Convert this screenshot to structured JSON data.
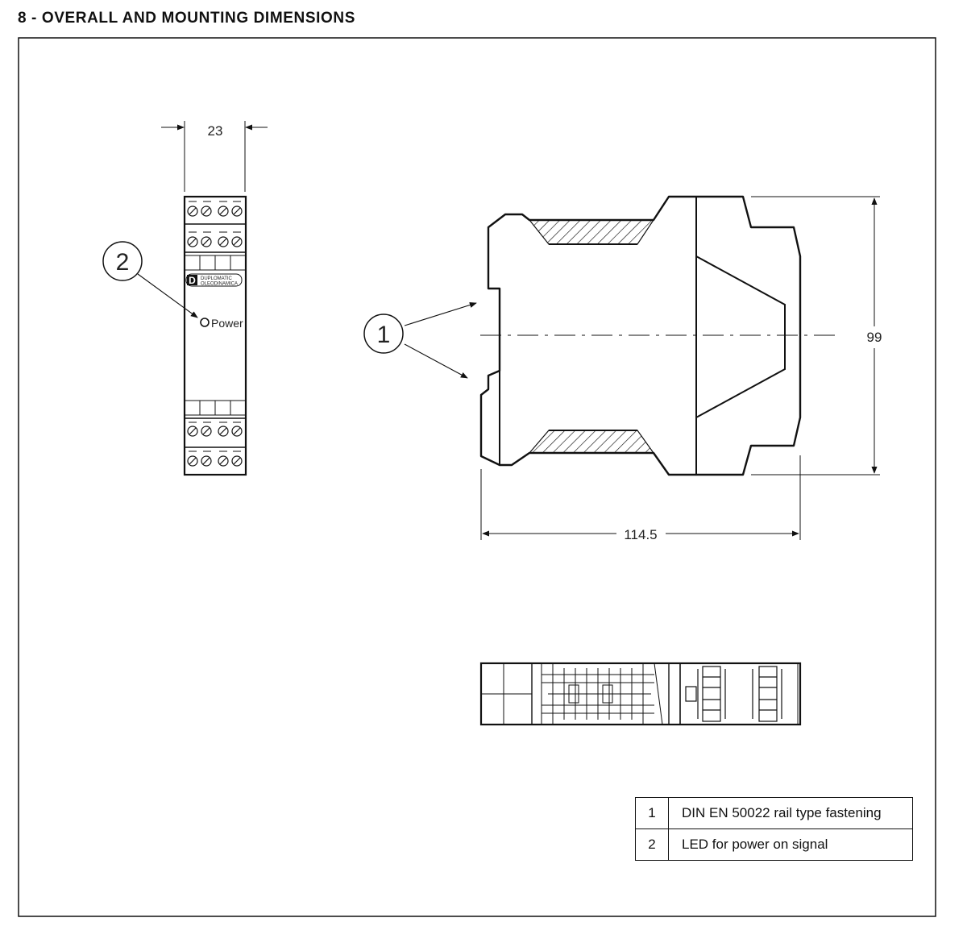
{
  "section_title": "8 - OVERALL AND MOUNTING DIMENSIONS",
  "dimensions": {
    "width": "23",
    "height": "99",
    "depth": "114.5"
  },
  "callouts": [
    {
      "number": "1"
    },
    {
      "number": "2"
    }
  ],
  "front_view": {
    "logo_mark": "D",
    "logo_text": [
      "DUPLOMATIC",
      "OLEODINAMICA"
    ],
    "led_label": "Power"
  },
  "legend": [
    {
      "number": "1",
      "description": "DIN EN 50022 rail type fastening"
    },
    {
      "number": "2",
      "description": "LED for power on signal"
    }
  ]
}
